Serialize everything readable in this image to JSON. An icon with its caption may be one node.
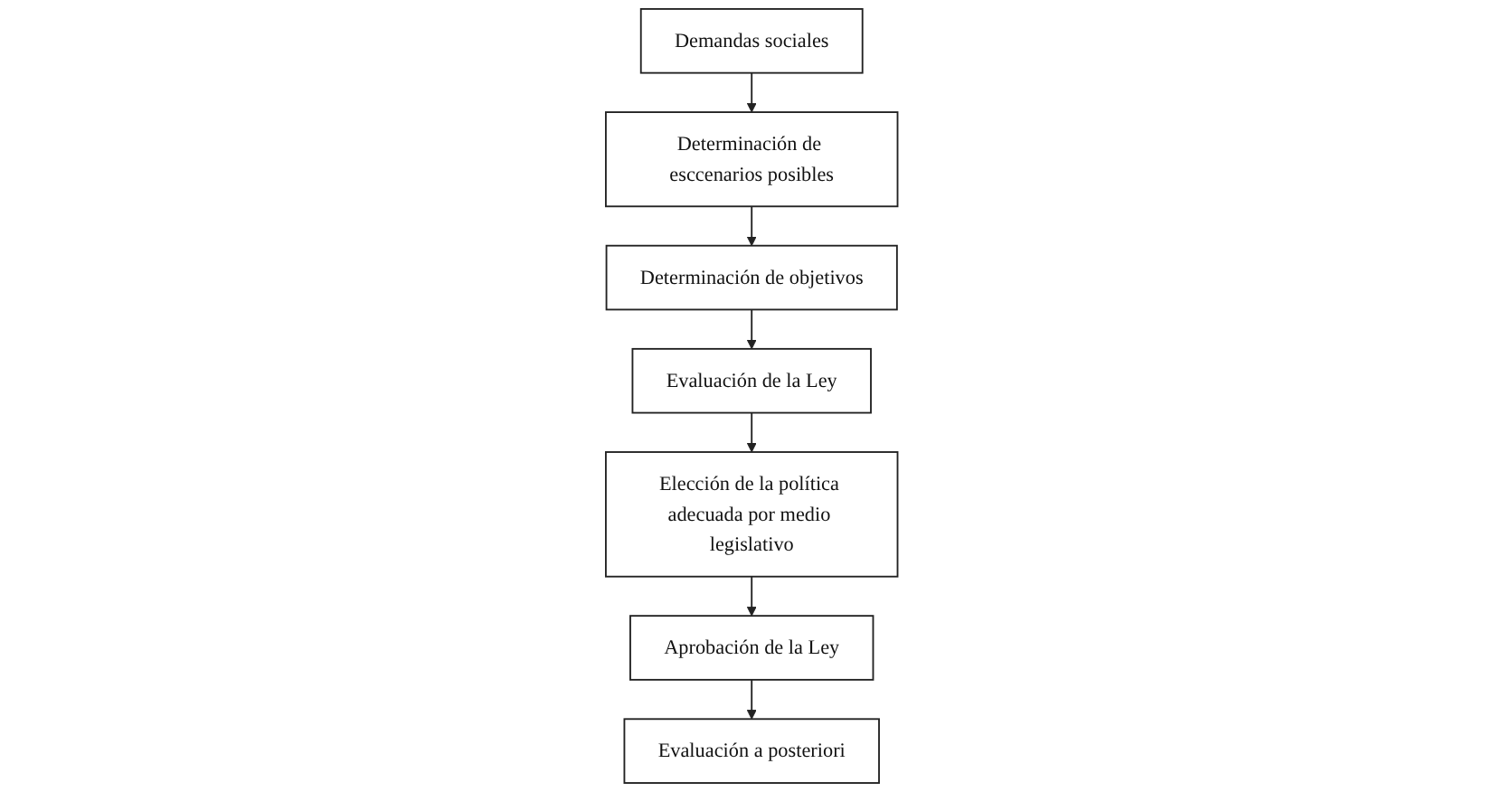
{
  "diagram": {
    "nodes": [
      {
        "text": [
          "Demandas sociales"
        ]
      },
      {
        "text": [
          "Determinación de esccenarios posibles"
        ]
      },
      {
        "text": [
          "Determinación de objetivos"
        ]
      },
      {
        "text": [
          "Evaluación de la Ley"
        ]
      },
      {
        "text": [
          "Elección de la política adecuada por medio legislativo"
        ]
      },
      {
        "text": [
          "Aprobación de la Ley"
        ]
      },
      {
        "text": [
          "Evaluación a posteriori"
        ]
      }
    ],
    "edges": [
      {
        "from": 0,
        "to": 1,
        "arrow": "to"
      },
      {
        "from": 1,
        "to": 2,
        "arrow": "to"
      },
      {
        "from": 2,
        "to": 3,
        "arrow": "to"
      },
      {
        "from": 3,
        "to": 4,
        "arrow": "to"
      },
      {
        "from": 4,
        "to": 5,
        "arrow": "to"
      },
      {
        "from": 5,
        "to": 6,
        "arrow": "to"
      }
    ]
  }
}
